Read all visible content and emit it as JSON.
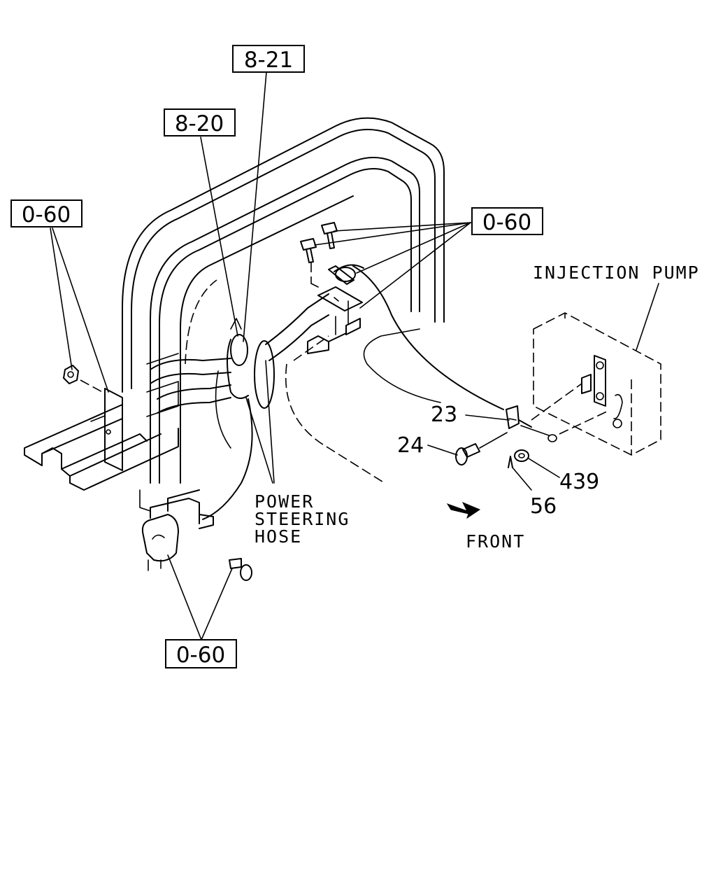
{
  "ref_boxes": {
    "ref_8_21": "8-21",
    "ref_8_20": "8-20",
    "ref_0_60_left": "0-60",
    "ref_0_60_right": "0-60",
    "ref_0_60_bottom": "0-60"
  },
  "part_numbers": {
    "p23": "23",
    "p24": "24",
    "p439": "439",
    "p56": "56"
  },
  "labels": {
    "injection_pump": "INJECTION PUMP",
    "power_steering_hose": [
      "POWER",
      "STEERING",
      "HOSE"
    ],
    "front": "FRONT"
  }
}
